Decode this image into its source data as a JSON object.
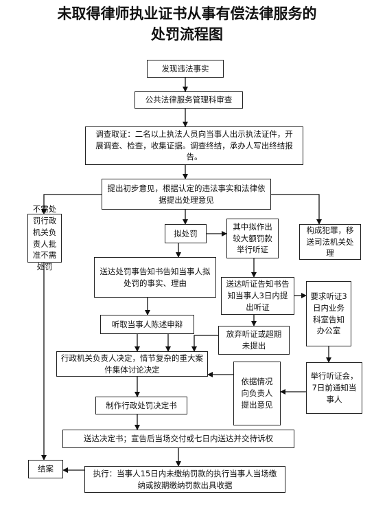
{
  "title": {
    "line1": "未取得律师执业证书从事有偿法律服务的",
    "line2": "处罚流程图"
  },
  "nodes": {
    "discover": "发现违法事实",
    "review": "公共法律服务管理科审查",
    "investigate": "调查取证：二名以上执法人员向当事人出示执法证件，开展调查、检查，收集证据。调查终结，承办人写出终结报告。",
    "preliminary": "提出初步意见，根据认定的违法事实和法律依据提出处理意见",
    "no_penalty": "不需处罚行政机关负责人批准不需处罚",
    "proposed_penalty": "拟处罚",
    "large_fine": "其中拟作出较大额罚款举行听证",
    "criminal": "构成犯罪，移送司法机关处理",
    "notice_penalty": "送达处罚事告知书告知当事人拟处罚的事实、理由",
    "hearing_notice": "送达听证告知书告知当事人3日内提出听证",
    "request_hearing": "要求听证3日内业务科室告知办公室",
    "hear_statement": "听取当事人陈述申辩",
    "waive_hearing": "放弃听证或超期未提出",
    "decision": "行政机关负责人决定，情节复杂的重大案件集体讨论决定",
    "hold_hearing": "举行听证会，7日前通知当事人",
    "opinion": "依据情况向负责人提出意见",
    "make_decision": "制作行政处罚决定书",
    "deliver": "送达决定书；宣告后当场交付或七日内送达并交待诉权",
    "close": "结案",
    "execute": "执行：当事人15日内未缴纳罚款的执行当事人当场缴纳或按期缴纳罚款出具收据"
  }
}
